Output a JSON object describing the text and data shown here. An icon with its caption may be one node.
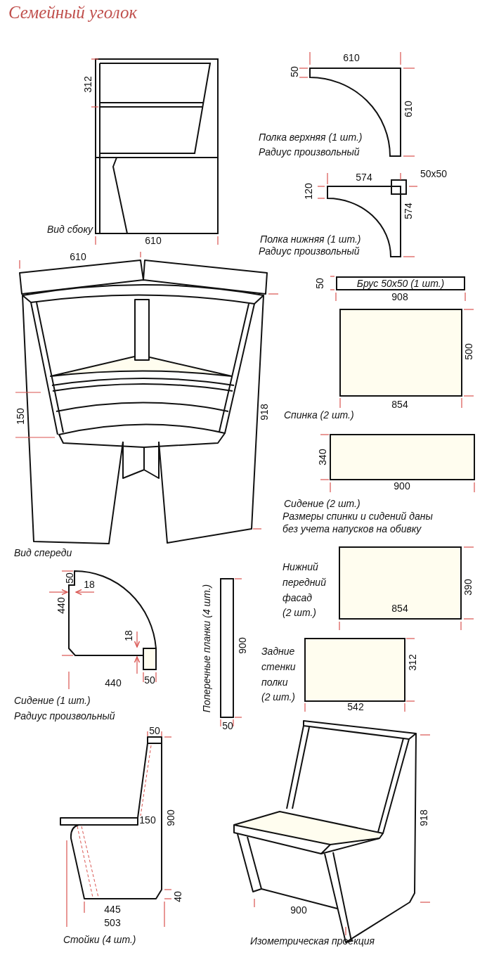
{
  "diagram": {
    "title": "Семейный уголок",
    "nodes": [
      {
        "text": [
          "Брус 50x50 (1 шт.)"
        ]
      }
    ],
    "labels": [
      "312",
      "610",
      "50",
      "610",
      "Полка верхняя (1 шт.)",
      "Радиус произвольный",
      "574",
      "50x50",
      "120",
      "574",
      "Вид сбоку",
      "610",
      "Полка нижняя (1 шт.)",
      "Радиус произвольный",
      "610",
      "50",
      "908",
      "500",
      "150",
      "918",
      "854",
      "Спинка (2 шт.)",
      "340",
      "900",
      "Сидение (2 шт.)",
      "Размеры спинки и сидений даны",
      "без учета напусков на обивку",
      "Вид спереди",
      "50",
      "18",
      "Нижний",
      "передний",
      "фасад",
      "(2 шт.)",
      "854",
      "390",
      "440",
      "Поперечные планки (4 шт.)",
      "900",
      "18",
      "Задние",
      "стенки",
      "полки",
      "(2 шт.)",
      "312",
      "440",
      "50",
      "542",
      "Сидение (1 шт.)",
      "Радиус произвольный",
      "50",
      "50",
      "900",
      "150",
      "918",
      "40",
      "445",
      "900",
      "503",
      "Стойки (4 шт.)",
      "Изометрическая проекция"
    ]
  }
}
